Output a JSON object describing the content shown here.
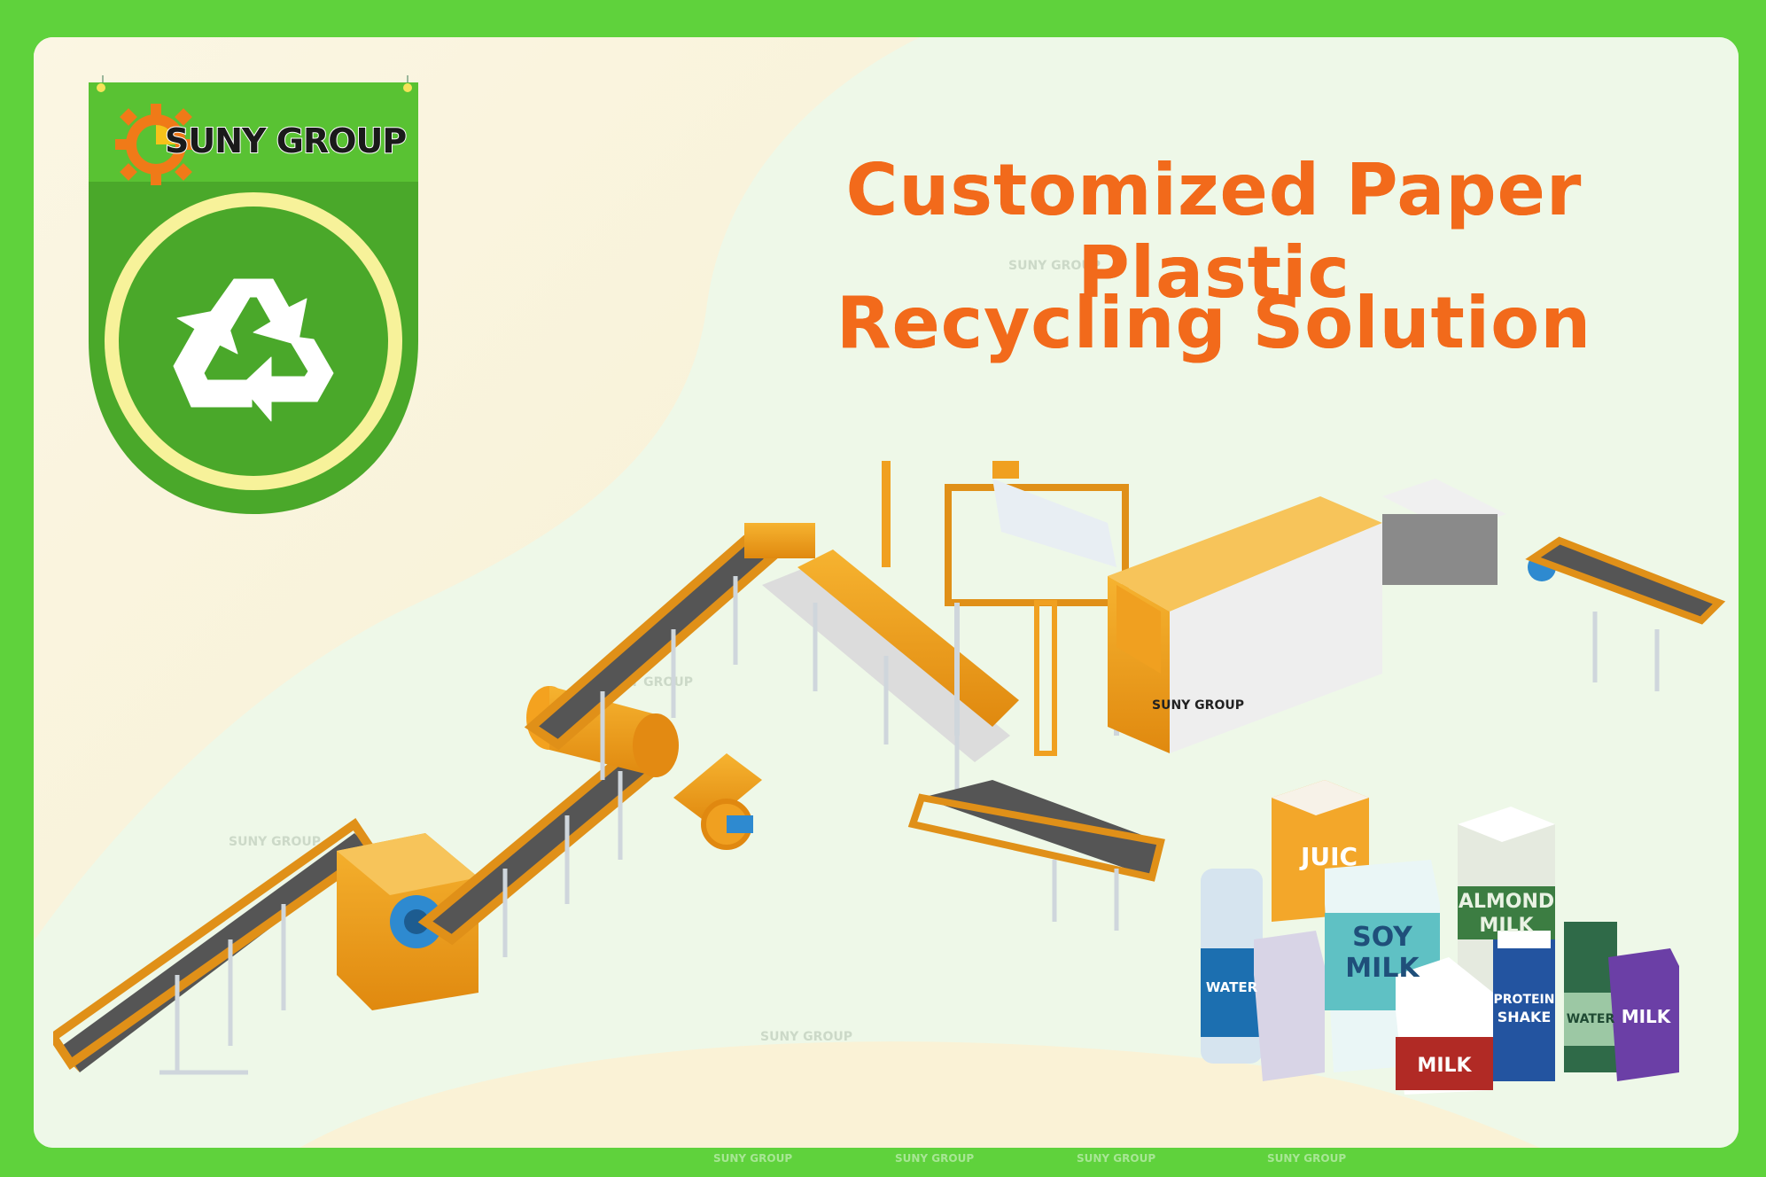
{
  "brand": {
    "name": "SUNY GROUP",
    "watermark": "SUNY GROUP"
  },
  "heading": {
    "line1": "Customized Paper Plastic",
    "line2": "Recycling Solution"
  },
  "icons": {
    "badge_icon": "recycle-icon",
    "logo_icon": "gear-icon"
  },
  "cartons": {
    "water": "WATER",
    "juice": "JUIC",
    "soy_milk_1": "SOY",
    "soy_milk_2": "MILK",
    "almond_milk_1": "ALMOND",
    "almond_milk_2": "MILK",
    "protein_shake_1": "PROTEIN",
    "protein_shake_2": "SHAKE",
    "coconut_water": "WATER",
    "milk_small": "MILK",
    "milk_cow": "MILK"
  },
  "colors": {
    "frame_green": "#5fd23c",
    "title_orange": "#f26a1b",
    "machine_orange": "#f0a020",
    "badge_green": "#4aa82a"
  }
}
